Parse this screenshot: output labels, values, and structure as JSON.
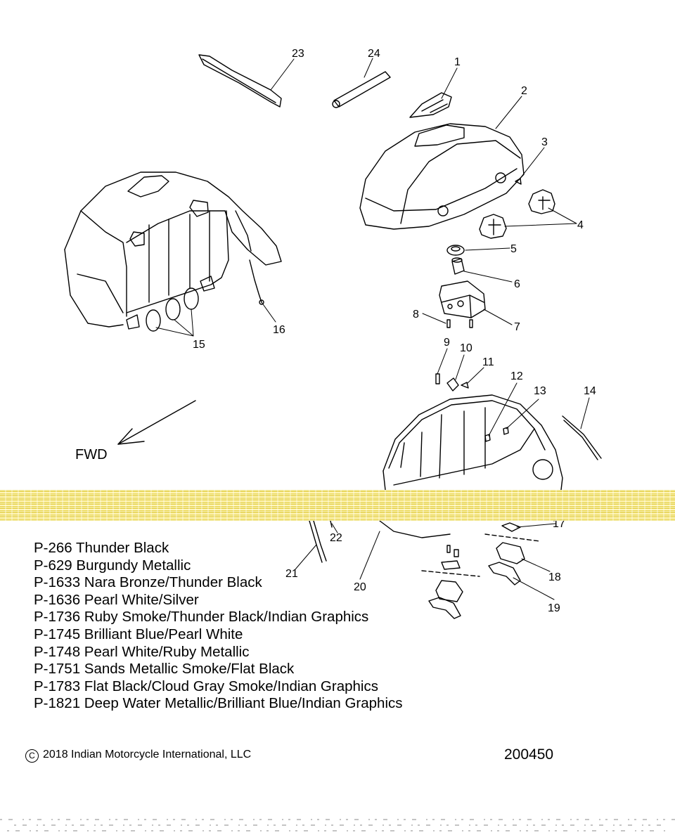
{
  "diagram": {
    "fwd_label": "FWD",
    "callouts": [
      "1",
      "2",
      "3",
      "4",
      "5",
      "6",
      "7",
      "8",
      "9",
      "10",
      "11",
      "12",
      "13",
      "14",
      "15",
      "16",
      "17",
      "18",
      "19",
      "20",
      "21",
      "22",
      "23",
      "24"
    ]
  },
  "legend": [
    "P-266  Thunder Black",
    "P-629  Burgundy Metallic",
    "P-1633 Nara Bronze/Thunder Black",
    "P-1636 Pearl White/Silver",
    "P-1736 Ruby Smoke/Thunder Black/Indian Graphics",
    "P-1745 Brilliant Blue/Pearl White",
    "P-1748 Pearl White/Ruby Metallic",
    "P-1751 Sands Metallic Smoke/Flat Black",
    "P-1783 Flat Black/Cloud Gray Smoke/Indian Graphics",
    "P-1821 Deep Water Metallic/Brilliant Blue/Indian Graphics"
  ],
  "footer": {
    "copyright_symbol": "C",
    "copyright": "2018 Indian Motorcycle International, LLC",
    "doc_number": "200450"
  },
  "colors": {
    "ink": "#000000",
    "scan_band": "#e9d44c",
    "background": "#ffffff"
  }
}
